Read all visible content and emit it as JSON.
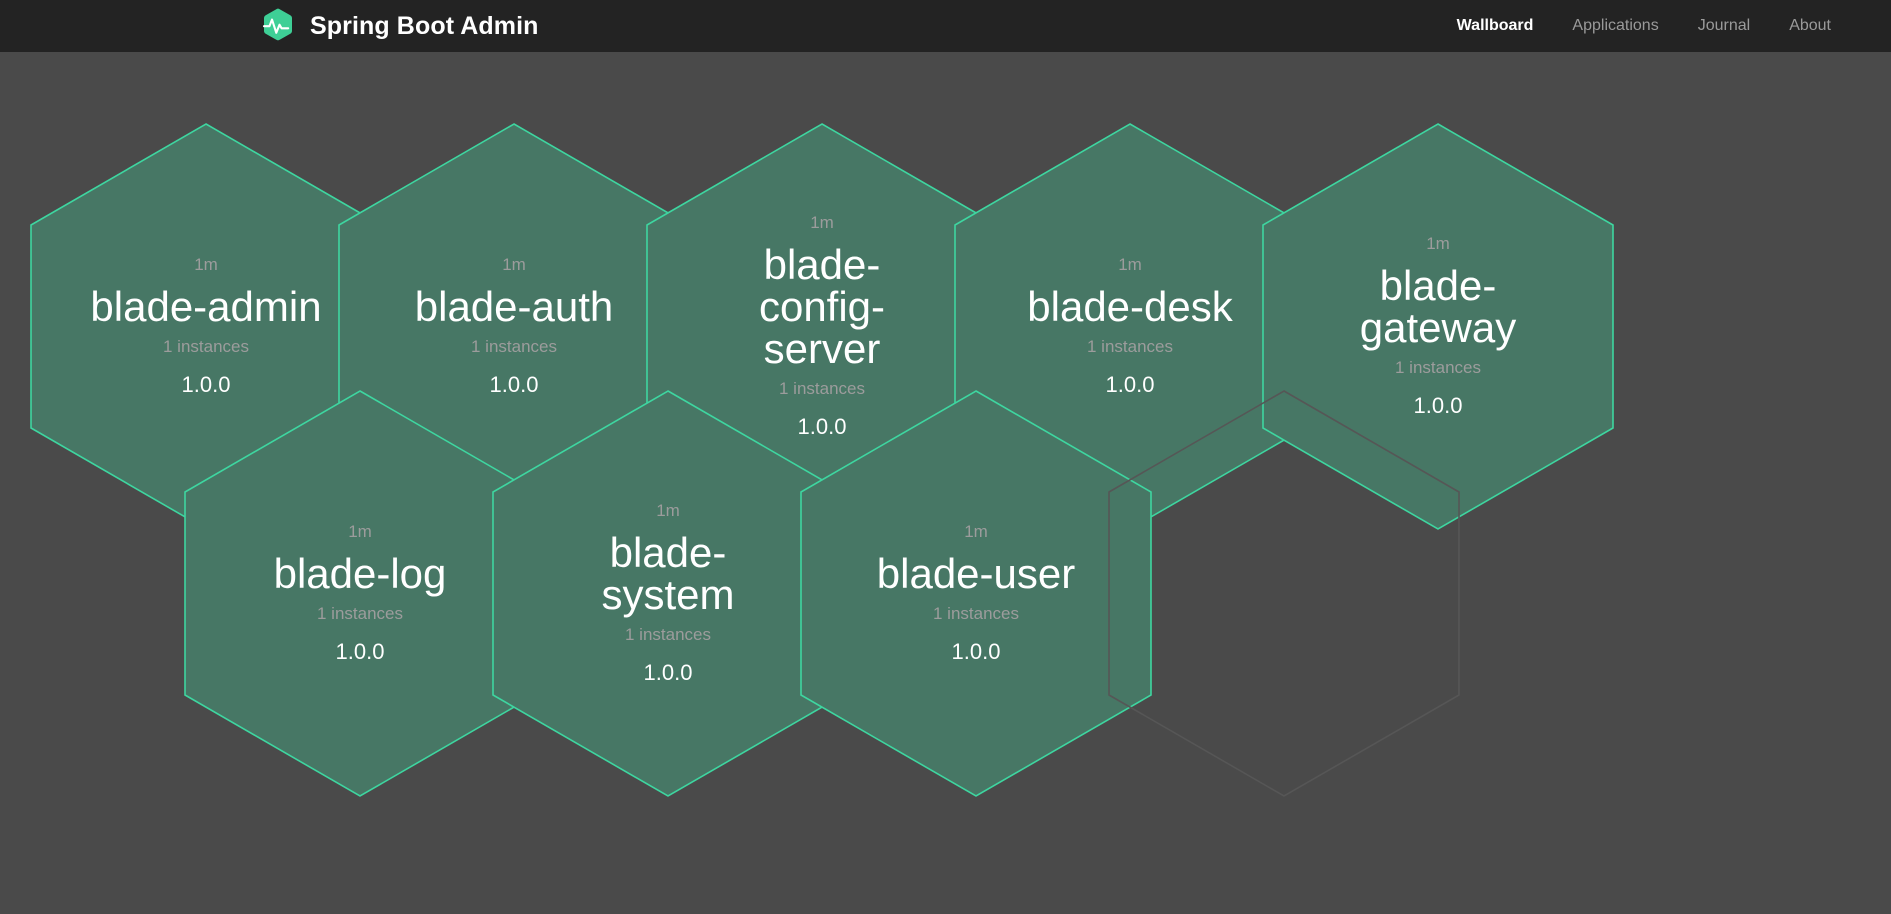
{
  "header": {
    "brand_title": "Spring Boot Admin",
    "logo_icon": "heartbeat-hexagon-logo",
    "nav": [
      {
        "label": "Wallboard",
        "active": true
      },
      {
        "label": "Applications",
        "active": false
      },
      {
        "label": "Journal",
        "active": false
      },
      {
        "label": "About",
        "active": false
      }
    ]
  },
  "colors": {
    "navbar_bg": "#232323",
    "page_bg": "#4a4a4a",
    "hex_fill_up": "#477765",
    "hex_border_up": "#3ed6a0",
    "hex_placeholder_border": "#565656",
    "brand_accent": "#3ecf96",
    "text_primary": "#ffffff",
    "text_muted": "#9c9c9c"
  },
  "wallboard": {
    "applications": [
      {
        "status": "1m",
        "name": "blade-admin",
        "instances": "1 instances",
        "version": "1.0.0",
        "state": "up"
      },
      {
        "status": "1m",
        "name": "blade-auth",
        "instances": "1 instances",
        "version": "1.0.0",
        "state": "up"
      },
      {
        "status": "1m",
        "name": "blade-config-server",
        "instances": "1 instances",
        "version": "1.0.0",
        "state": "up"
      },
      {
        "status": "1m",
        "name": "blade-desk",
        "instances": "1 instances",
        "version": "1.0.0",
        "state": "up"
      },
      {
        "status": "1m",
        "name": "blade-gateway",
        "instances": "1 instances",
        "version": "1.0.0",
        "state": "up"
      },
      {
        "status": "1m",
        "name": "blade-log",
        "instances": "1 instances",
        "version": "1.0.0",
        "state": "up"
      },
      {
        "status": "1m",
        "name": "blade-system",
        "instances": "1 instances",
        "version": "1.0.0",
        "state": "up"
      },
      {
        "status": "1m",
        "name": "blade-user",
        "instances": "1 instances",
        "version": "1.0.0",
        "state": "up"
      },
      {
        "status": "",
        "name": "",
        "instances": "",
        "version": "",
        "state": "placeholder"
      }
    ]
  }
}
